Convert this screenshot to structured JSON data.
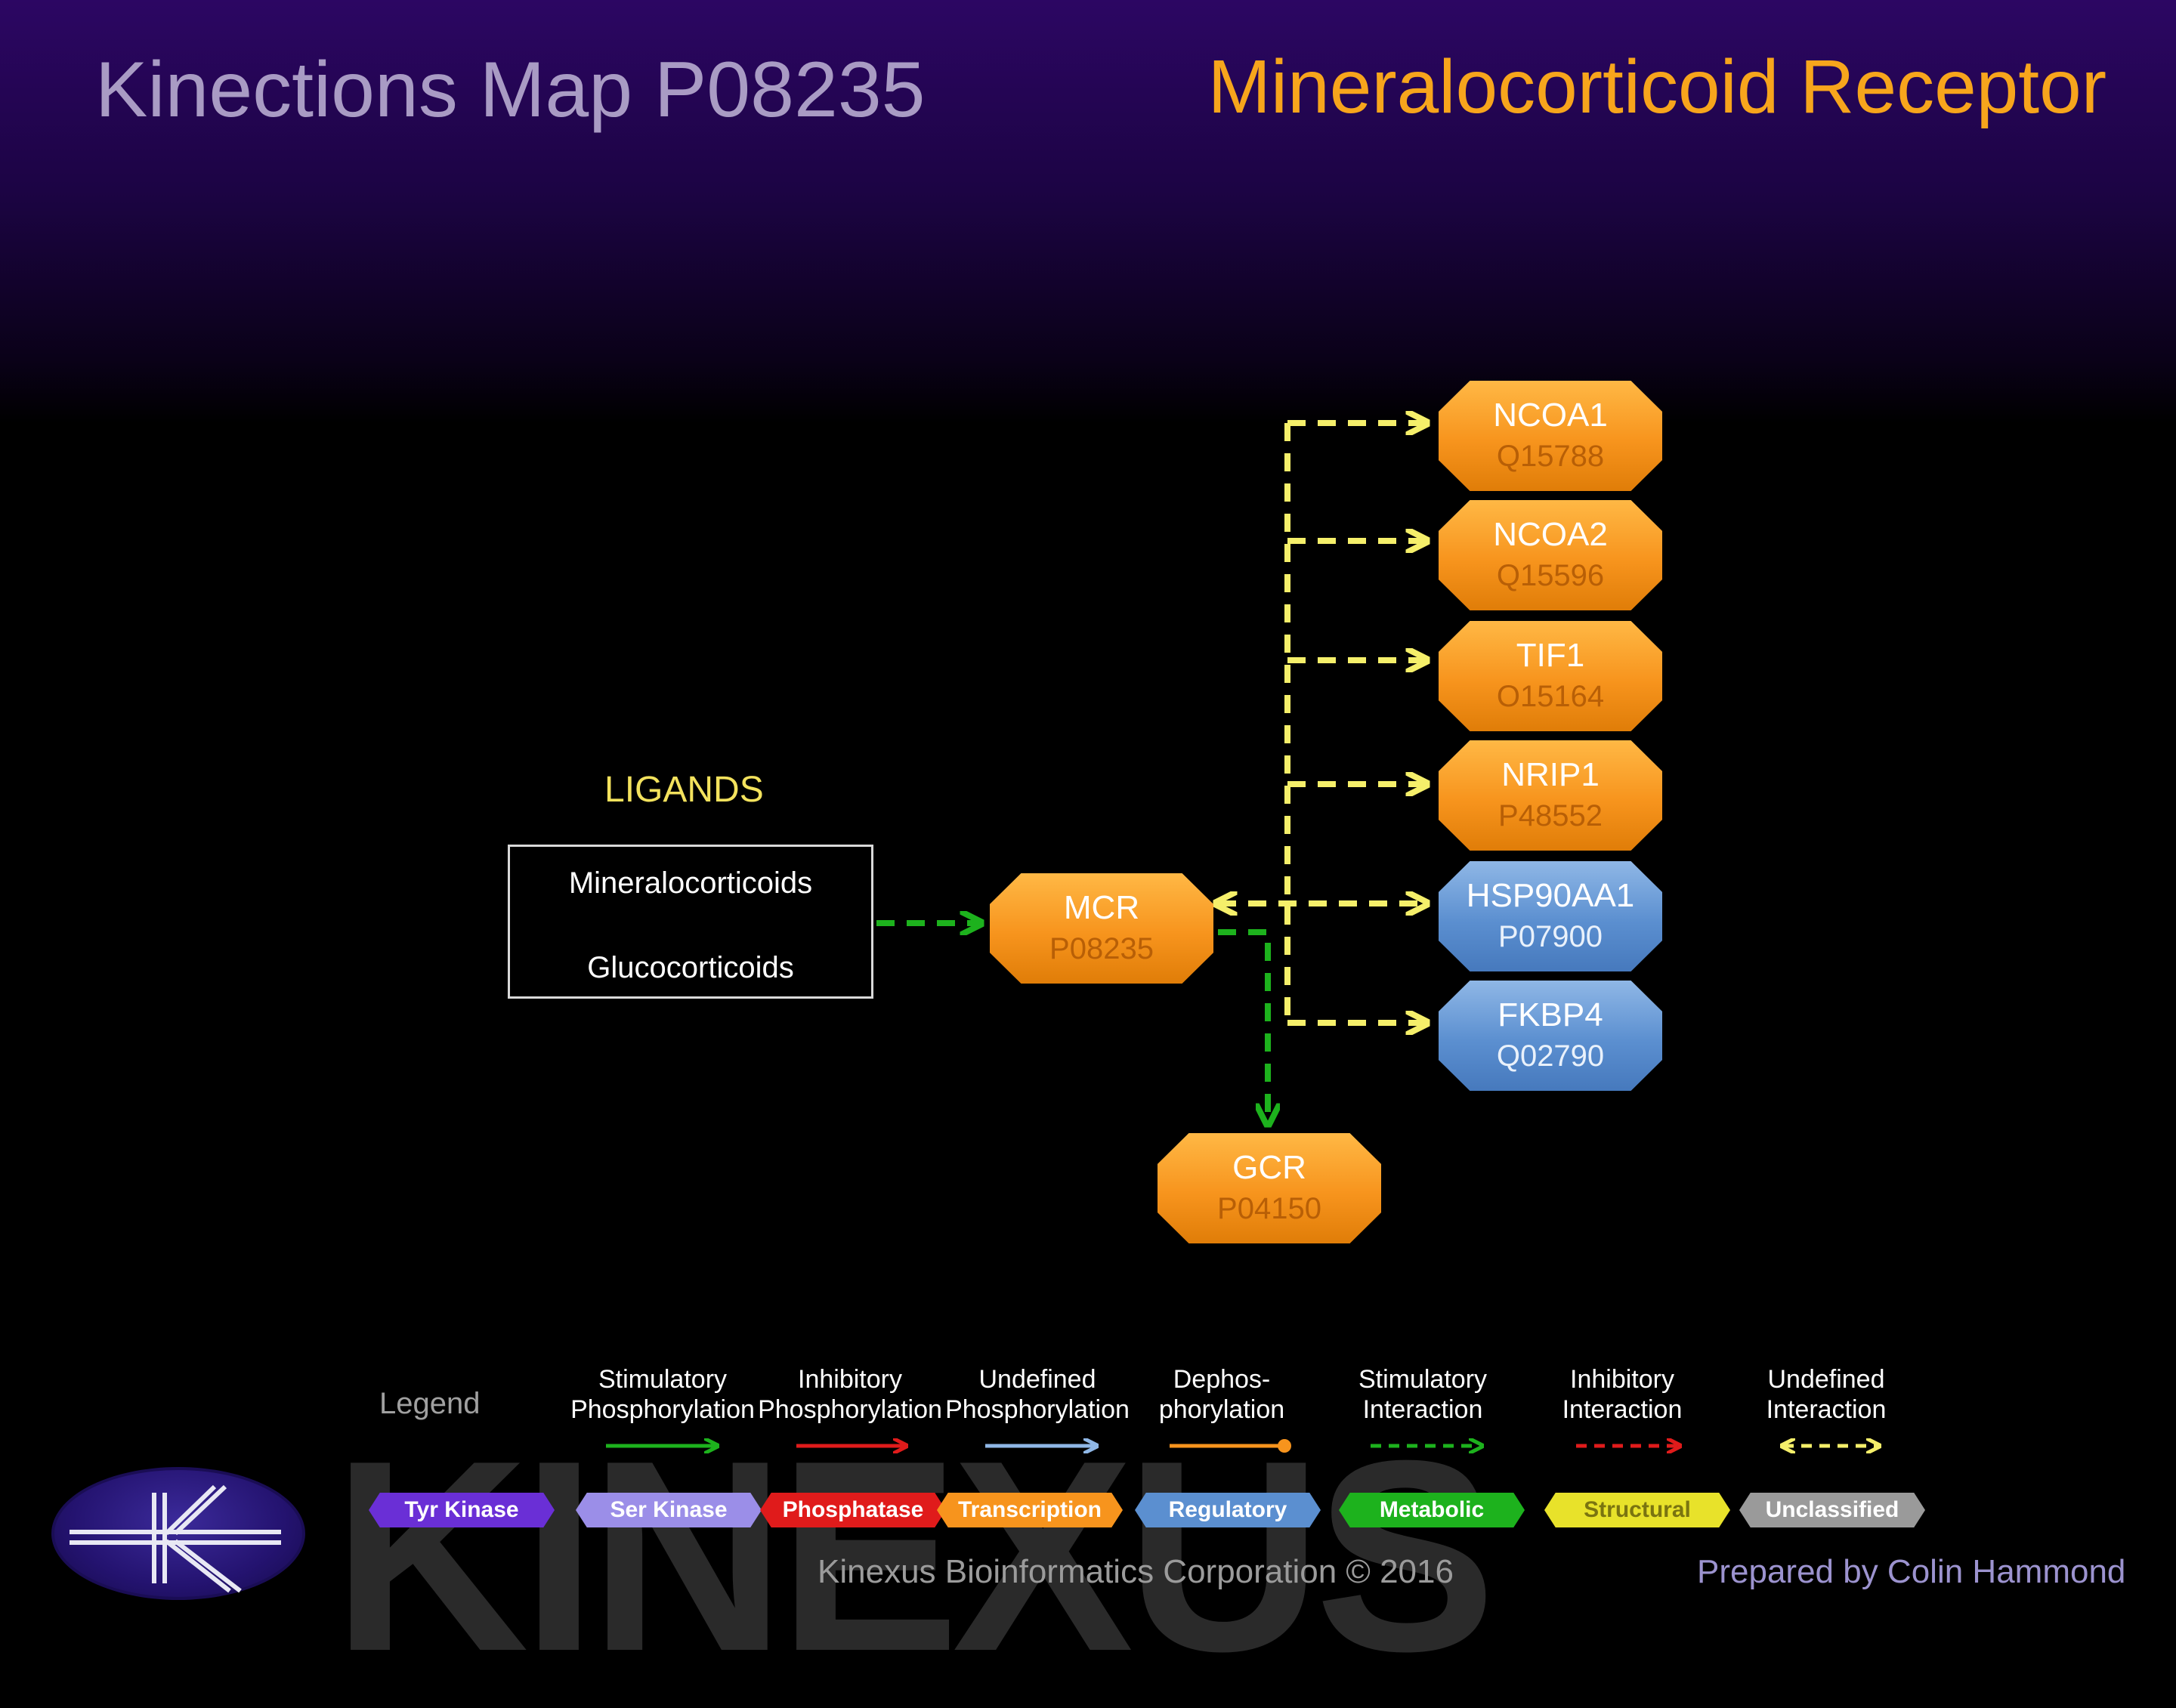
{
  "header": {
    "title": "Kinections Map P08235",
    "protein_name": "Mineralocorticoid Receptor"
  },
  "ligands": {
    "heading": "LIGANDS",
    "items": [
      "Mineralocorticoids",
      "Glucocorticoids"
    ]
  },
  "nodes": {
    "mcr": {
      "name": "MCR",
      "id": "P08235",
      "class": "Transcription"
    },
    "gcr": {
      "name": "GCR",
      "id": "P04150",
      "class": "Transcription"
    },
    "ncoa1": {
      "name": "NCOA1",
      "id": "Q15788",
      "class": "Transcription"
    },
    "ncoa2": {
      "name": "NCOA2",
      "id": "Q15596",
      "class": "Transcription"
    },
    "tif1": {
      "name": "TIF1",
      "id": "O15164",
      "class": "Transcription"
    },
    "nrip1": {
      "name": "NRIP1",
      "id": "P48552",
      "class": "Transcription"
    },
    "hsp90aa1": {
      "name": "HSP90AA1",
      "id": "P07900",
      "class": "Regulatory"
    },
    "fkbp4": {
      "name": "FKBP4",
      "id": "Q02790",
      "class": "Regulatory"
    }
  },
  "edges": [
    {
      "from": "ligands",
      "to": "MCR",
      "type": "Stimulatory Interaction"
    },
    {
      "from": "MCR",
      "to": "GCR",
      "type": "Stimulatory Interaction"
    },
    {
      "from": "MCR",
      "to": "NCOA1",
      "type": "Undefined Interaction"
    },
    {
      "from": "MCR",
      "to": "NCOA2",
      "type": "Undefined Interaction"
    },
    {
      "from": "MCR",
      "to": "TIF1",
      "type": "Undefined Interaction"
    },
    {
      "from": "MCR",
      "to": "NRIP1",
      "type": "Undefined Interaction"
    },
    {
      "from": "MCR",
      "to": "HSP90AA1",
      "type": "Undefined Interaction"
    },
    {
      "from": "MCR",
      "to": "FKBP4",
      "type": "Undefined Interaction"
    }
  ],
  "legend": {
    "title": "Legend",
    "arrows": [
      {
        "line1": "Stimulatory",
        "line2": "Phosphorylation",
        "color": "#1db21d",
        "style": "solid-arrow"
      },
      {
        "line1": "Inhibitory",
        "line2": "Phosphorylation",
        "color": "#e01b1b",
        "style": "solid-arrow"
      },
      {
        "line1": "Undefined",
        "line2": "Phosphorylation",
        "color": "#8fb7e6",
        "style": "solid-arrow"
      },
      {
        "line1": "Dephos-",
        "line2": "phorylation",
        "color": "#f7941d",
        "style": "solid-dot"
      },
      {
        "line1": "Stimulatory",
        "line2": "Interaction",
        "color": "#1db21d",
        "style": "dashed-arrow"
      },
      {
        "line1": "Inhibitory",
        "line2": "Interaction",
        "color": "#e01b1b",
        "style": "dashed-arrow"
      },
      {
        "line1": "Undefined",
        "line2": "Interaction",
        "color": "#f5ef6a",
        "style": "dashed-double-arrow"
      }
    ],
    "classes": [
      {
        "label": "Tyr Kinase",
        "color": "#6a2fd6"
      },
      {
        "label": "Ser Kinase",
        "color": "#9b8ee8"
      },
      {
        "label": "Phosphatase",
        "color": "#e01b1b"
      },
      {
        "label": "Transcription",
        "color": "#f7941d"
      },
      {
        "label": "Regulatory",
        "color": "#5b8fd0"
      },
      {
        "label": "Metabolic",
        "color": "#1db21d"
      },
      {
        "label": "Structural",
        "color": "#e8e22a"
      },
      {
        "label": "Unclassified",
        "color": "#9a9a9a"
      }
    ]
  },
  "watermark": "KINEXUS",
  "footer": {
    "corporation": "Kinexus Bioinformatics Corporation © 2016",
    "prepared_by": "Prepared by  Colin Hammond"
  }
}
